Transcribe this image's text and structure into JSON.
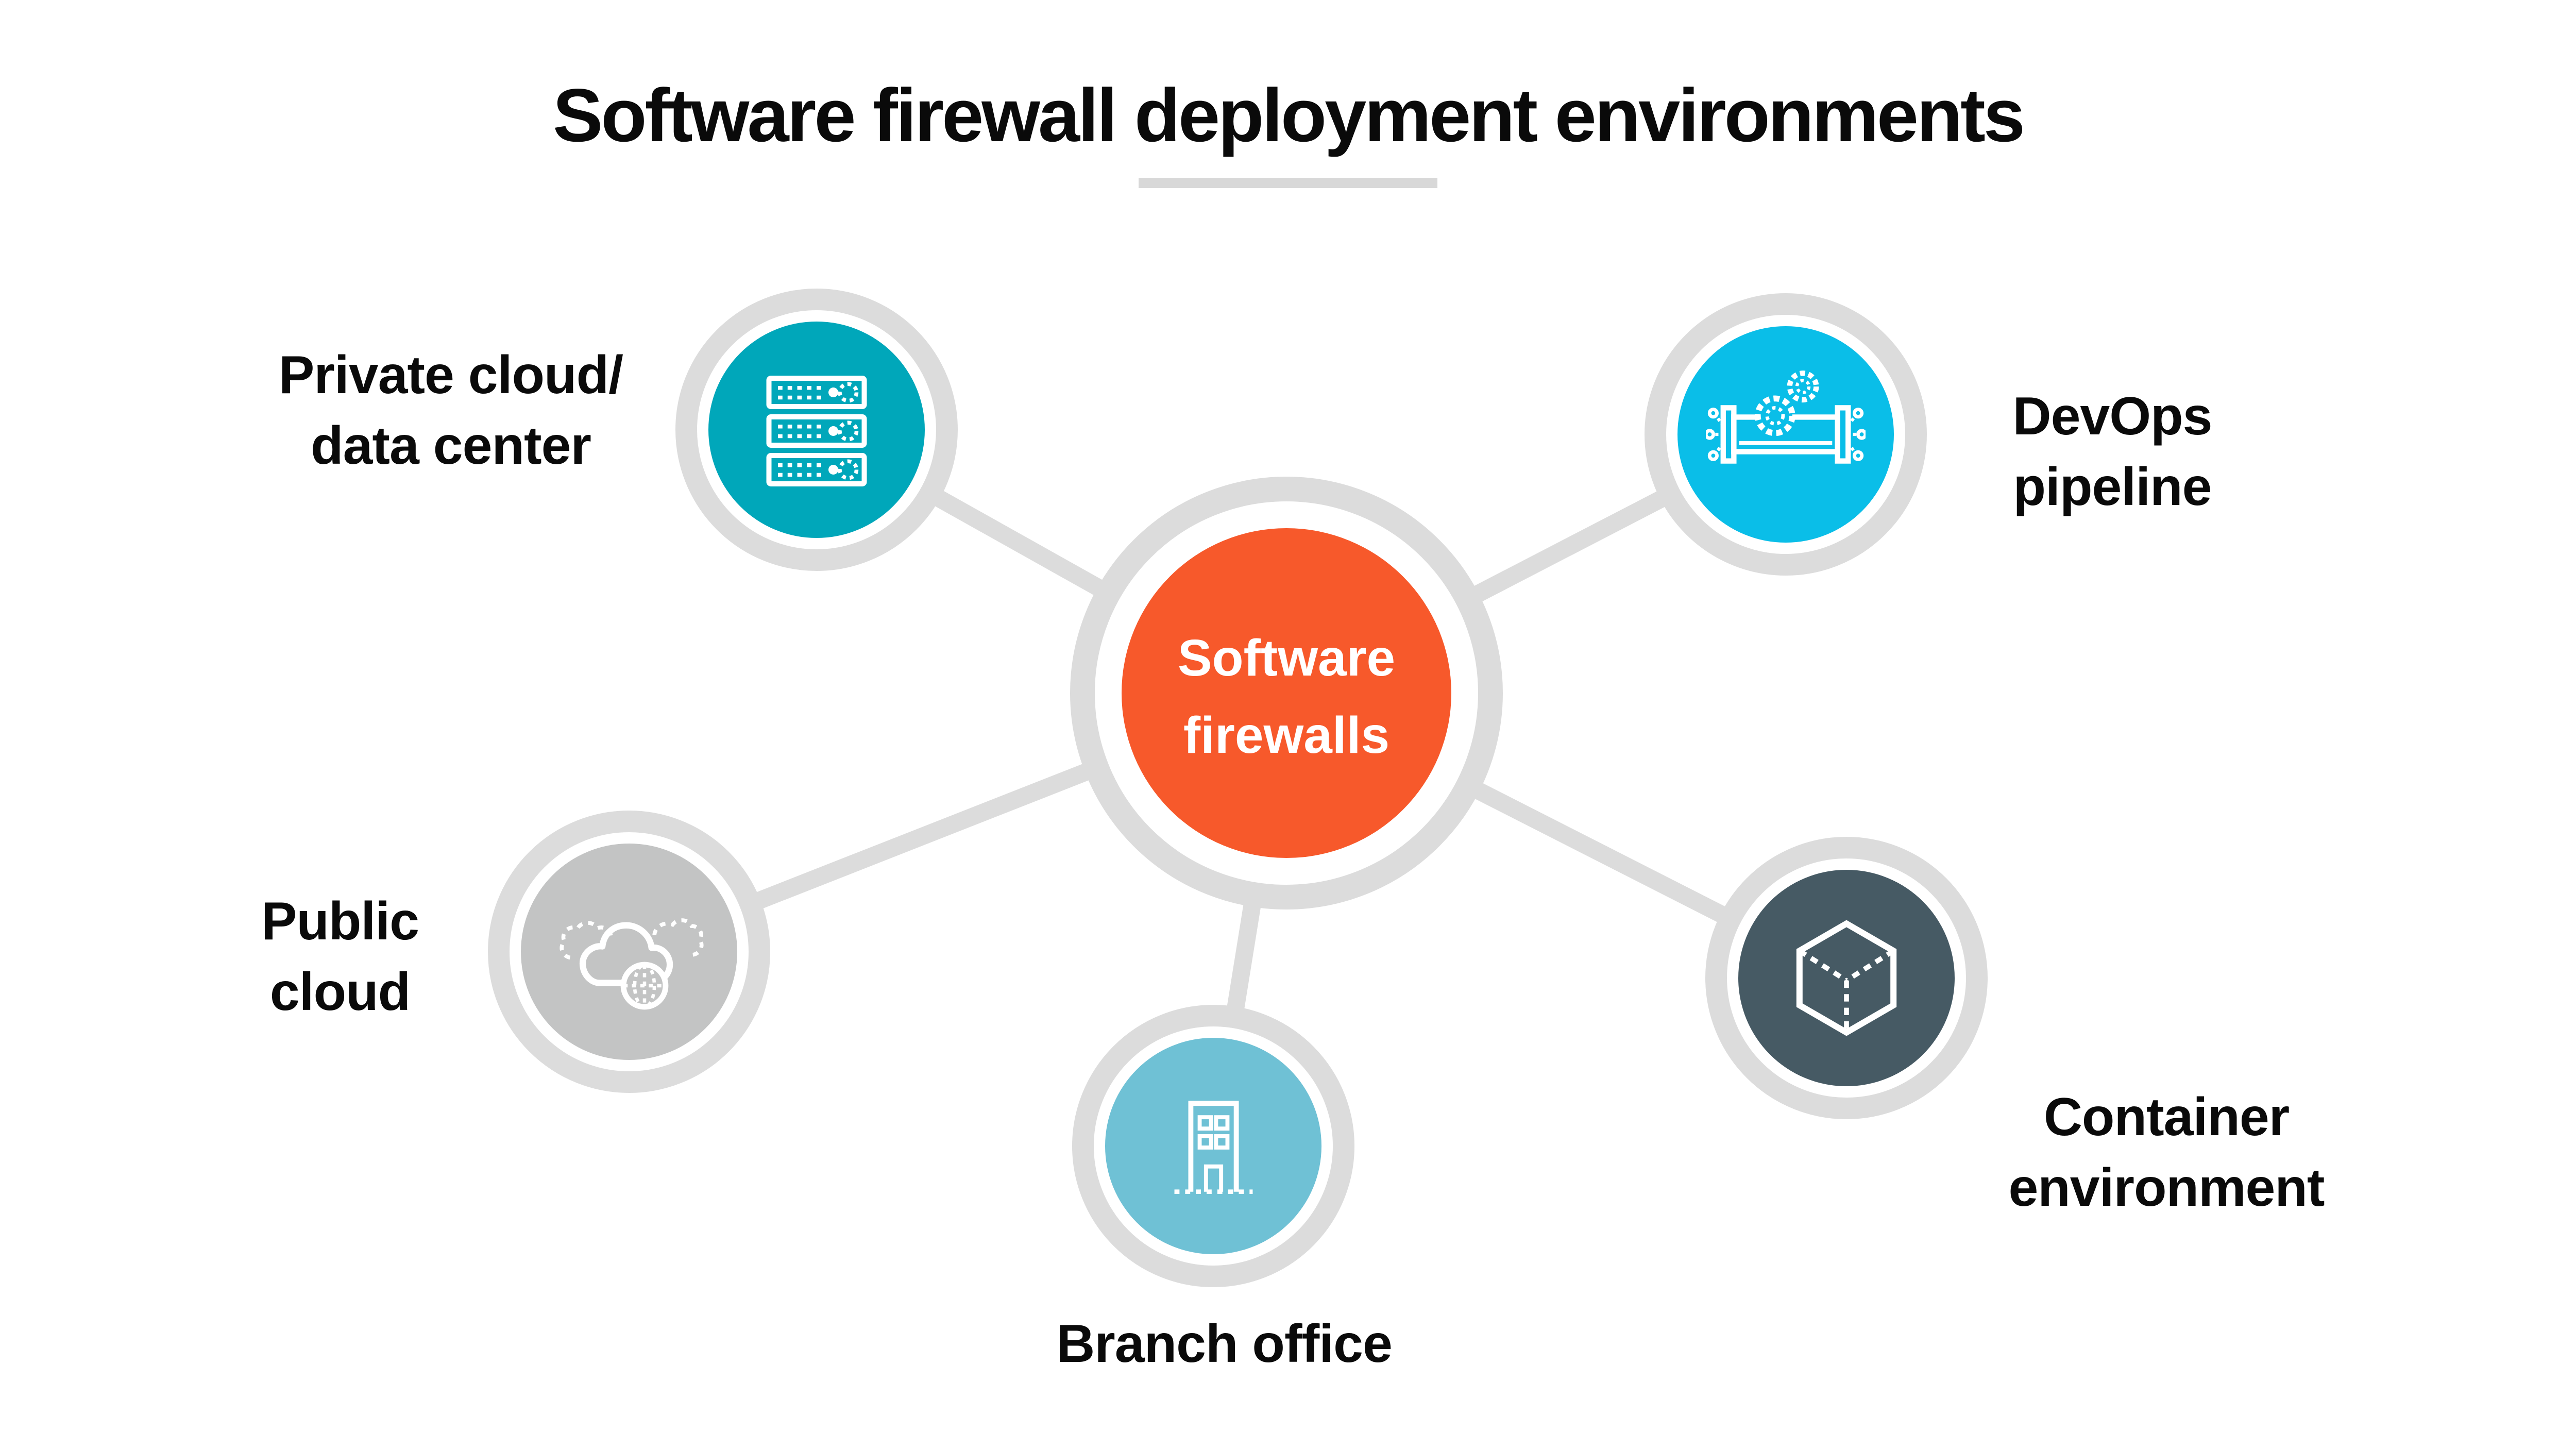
{
  "title": "Software firewall deployment environments",
  "center_node": {
    "id": "software-firewalls",
    "label_lines": [
      "Software",
      "firewalls"
    ],
    "color": "#F7592B"
  },
  "nodes": [
    {
      "id": "private-cloud-data-center",
      "label_lines": [
        "Private cloud/",
        "data center"
      ],
      "color": "#00A7BA",
      "icon": "server-rack-icon"
    },
    {
      "id": "devops-pipeline",
      "label_lines": [
        "DevOps",
        "pipeline"
      ],
      "color": "#0ABEE8",
      "icon": "pipeline-gears-icon"
    },
    {
      "id": "public-cloud",
      "label_lines": [
        "Public",
        "cloud"
      ],
      "color": "#C3C4C4",
      "icon": "cloud-globe-icon"
    },
    {
      "id": "branch-office",
      "label_lines": [
        "Branch office"
      ],
      "color": "#6FC1D5",
      "icon": "office-building-icon"
    },
    {
      "id": "container-environment",
      "label_lines": [
        "Container",
        "environment"
      ],
      "color": "#465A64",
      "icon": "container-cube-icon"
    }
  ],
  "colors": {
    "background": "#FFFFFF",
    "text": "#0A0A0A",
    "connector_gray": "#DCDCDC",
    "ring_gray": "#DCDCDC",
    "underline_gray": "#D8D8D8",
    "center_orange": "#F7592B",
    "private_cloud_teal": "#00A7BA",
    "devops_cyan": "#0ABEE8",
    "public_cloud_gray": "#C3C4C4",
    "branch_office_blue": "#6FC1D5",
    "container_slate": "#465A64"
  }
}
